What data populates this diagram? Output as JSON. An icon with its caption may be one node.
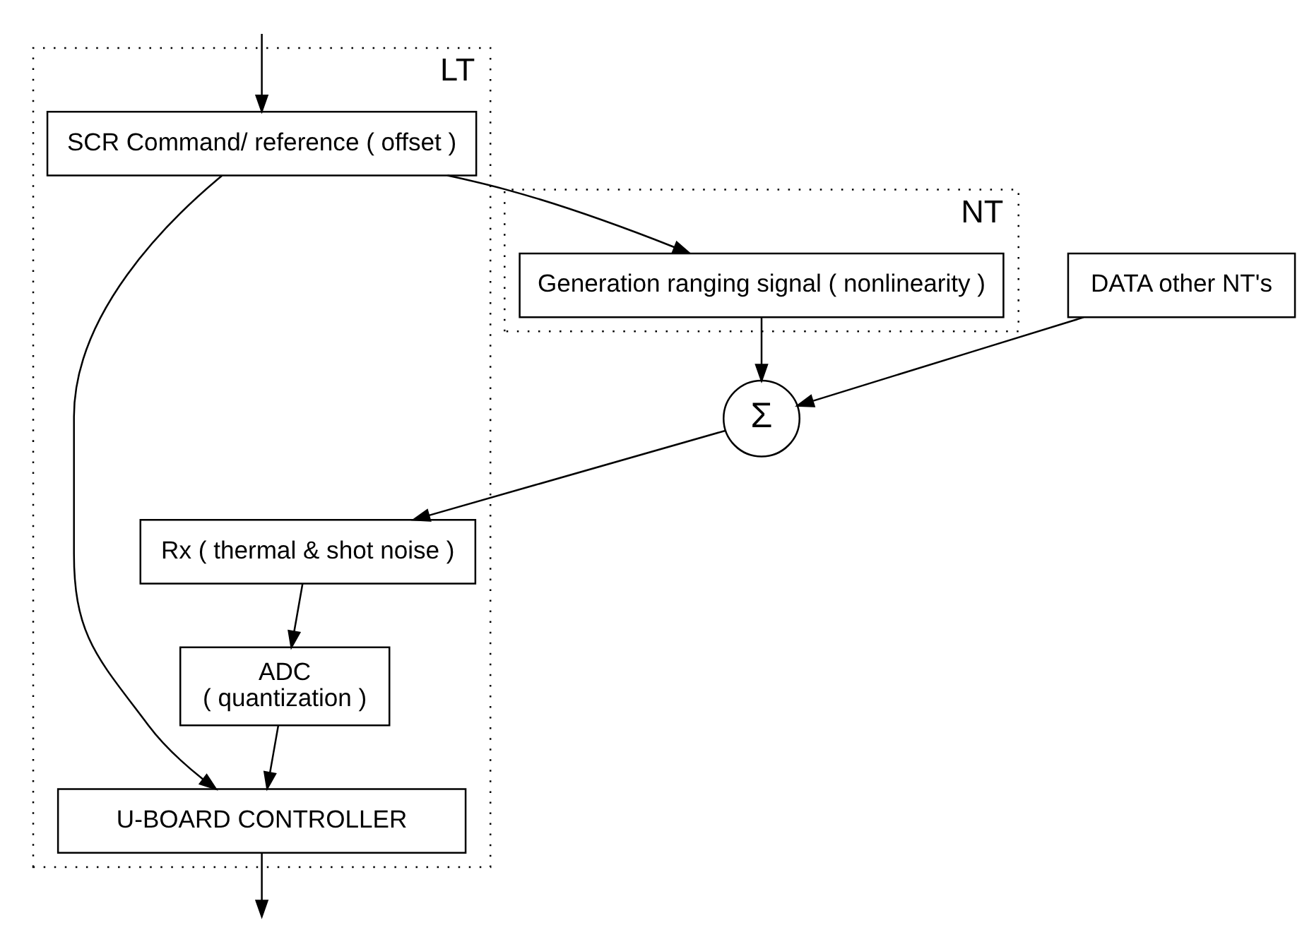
{
  "diagram": {
    "nodes": [
      {
        "text": [
          "NT"
        ]
      },
      {
        "text": [
          "Generation ranging signal ( nonlinearity )"
        ],
        "in": 0
      },
      {
        "text": [
          "DATA other NT's"
        ]
      },
      {
        "text": [
          "Σ"
        ]
      },
      {
        "text": [
          "LT"
        ]
      },
      {
        "text": [
          "SCR Command/ reference ( offset )"
        ],
        "in": 4
      },
      {
        "text": [
          "Rx ( thermal & shot noise )"
        ],
        "in": 4
      },
      {
        "text": [
          "ADC",
          "( quantization )"
        ],
        "in": 4
      },
      {
        "text": [
          "U-BOARD CONTROLLER"
        ],
        "in": 4
      }
    ],
    "edges": [
      {
        "from": null,
        "to": 5,
        "arrow": "to"
      },
      {
        "from": 5,
        "to": 1,
        "arrow": "to"
      },
      {
        "from": 1,
        "to": 3,
        "arrow": "to"
      },
      {
        "from": 2,
        "to": 3,
        "arrow": "to"
      },
      {
        "from": 3,
        "to": 6,
        "arrow": "to"
      },
      {
        "from": 6,
        "to": 7,
        "arrow": "to"
      },
      {
        "from": 5,
        "to": 8,
        "arrow": "to"
      },
      {
        "from": 7,
        "to": 8,
        "arrow": "to"
      },
      {
        "from": 8,
        "to": null,
        "arrow": "to"
      }
    ]
  }
}
